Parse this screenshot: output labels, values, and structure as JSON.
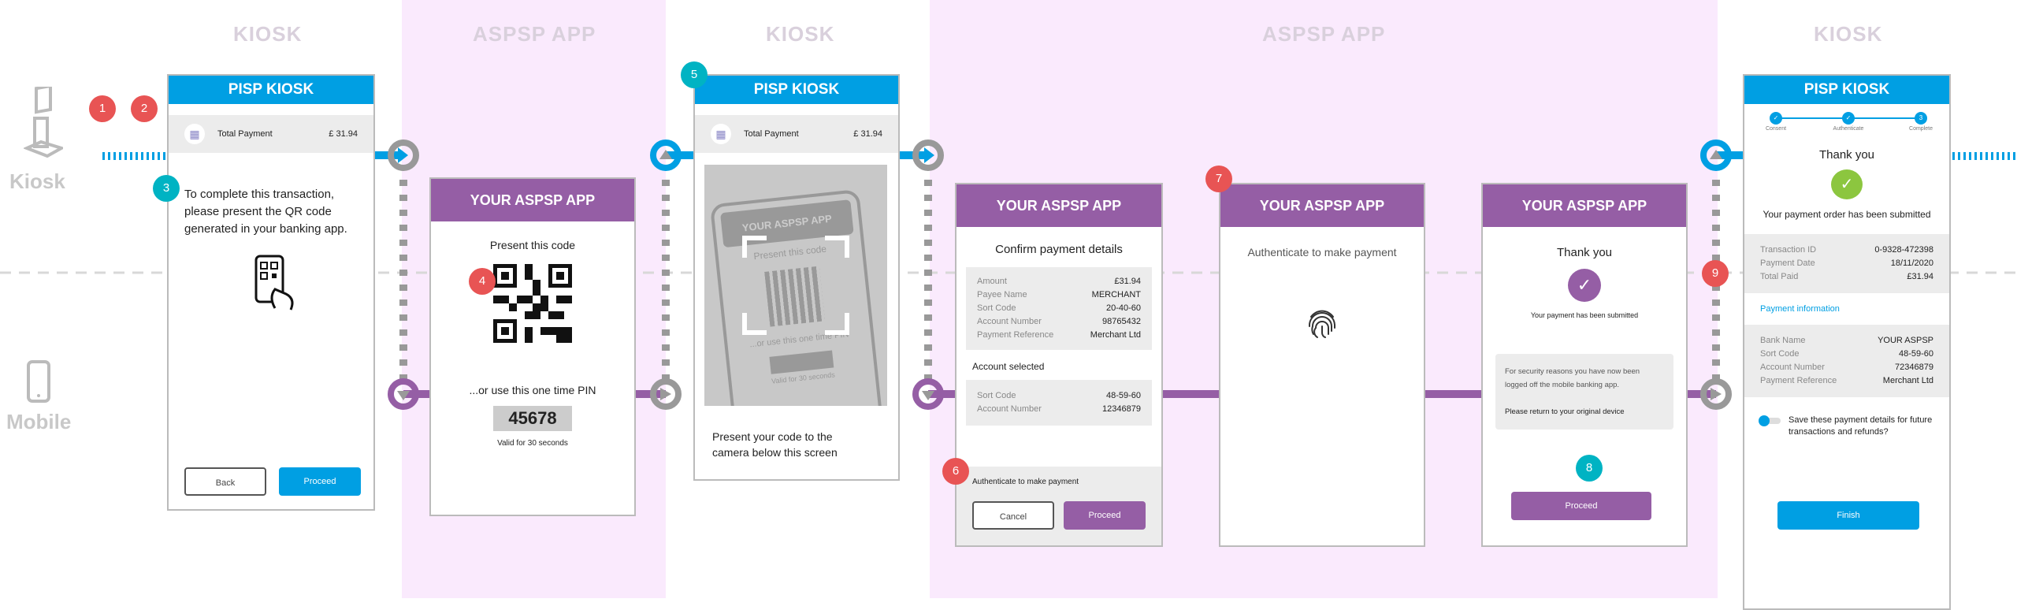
{
  "zones": [
    "KIOSK",
    "ASPSP APP",
    "KIOSK",
    "ASPSP APP",
    "KIOSK"
  ],
  "lanes": {
    "kiosk": "Kiosk",
    "mobile": "Mobile"
  },
  "badges": [
    "1",
    "2",
    "3",
    "4",
    "5",
    "6",
    "7",
    "8",
    "9"
  ],
  "colors": {
    "kiosk": "#009fe3",
    "aspsp": "#955ea5",
    "red": "#e85454",
    "teal": "#00b3c3",
    "success": "#8cc63f"
  },
  "s1": {
    "title": "PISP KIOSK",
    "total_label": "Total Payment",
    "total_value": "£ 31.94",
    "message": "To complete this transaction, please present the QR code generated in your banking app.",
    "back": "Back",
    "proceed": "Proceed"
  },
  "s2": {
    "title": "YOUR ASPSP APP",
    "present": "Present this code",
    "or": "...or use this one time PIN",
    "pin": "45678",
    "valid": "Valid for 30 seconds"
  },
  "s3": {
    "title": "PISP KIOSK",
    "total_label": "Total Payment",
    "total_value": "£ 31.94",
    "phone_title": "YOUR ASPSP APP",
    "phone_present": "Present this code",
    "phone_or": "...or use this one time PIN",
    "phone_valid": "Valid for 30 seconds",
    "message": "Present your code to the camera below this screen"
  },
  "s4": {
    "title": "YOUR ASPSP APP",
    "heading": "Confirm payment details",
    "details": [
      {
        "k": "Amount",
        "v": "£31.94"
      },
      {
        "k": "Payee Name",
        "v": "MERCHANT"
      },
      {
        "k": "Sort Code",
        "v": "20-40-60"
      },
      {
        "k": "Account Number",
        "v": "98765432"
      },
      {
        "k": "Payment Reference",
        "v": "Merchant Ltd"
      }
    ],
    "account_heading": "Account selected",
    "account": [
      {
        "k": "Sort Code",
        "v": "48-59-60"
      },
      {
        "k": "Account Number",
        "v": "12346879"
      }
    ],
    "auth": "Authenticate to make payment",
    "cancel": "Cancel",
    "proceed": "Proceed"
  },
  "s5": {
    "title": "YOUR ASPSP APP",
    "text": "Authenticate to make payment"
  },
  "s6": {
    "title": "YOUR ASPSP APP",
    "heading": "Thank you",
    "submitted": "Your payment has been submitted",
    "security": "For security reasons you have now been logged off the mobile banking app.",
    "return": "Please return to your original device",
    "proceed": "Proceed"
  },
  "s7": {
    "title": "PISP KIOSK",
    "steps": [
      {
        "label": "Consent",
        "mark": "✓"
      },
      {
        "label": "Authenticate",
        "mark": "✓"
      },
      {
        "label": "Complete",
        "mark": "3"
      }
    ],
    "heading": "Thank you",
    "submitted": "Your payment order has been submitted",
    "receipt": [
      {
        "k": "Transaction ID",
        "v": "0-9328-472398"
      },
      {
        "k": "Payment Date",
        "v": "18/11/2020"
      },
      {
        "k": "Total Paid",
        "v": "£31.94"
      }
    ],
    "info_link": "Payment information",
    "info": [
      {
        "k": "Bank Name",
        "v": "YOUR ASPSP"
      },
      {
        "k": "Sort Code",
        "v": "48-59-60"
      },
      {
        "k": "Account Number",
        "v": "72346879"
      },
      {
        "k": "Payment Reference",
        "v": "Merchant Ltd"
      }
    ],
    "save": "Save these payment details for future transactions and refunds?",
    "save_toggle": true,
    "finish": "Finish"
  }
}
